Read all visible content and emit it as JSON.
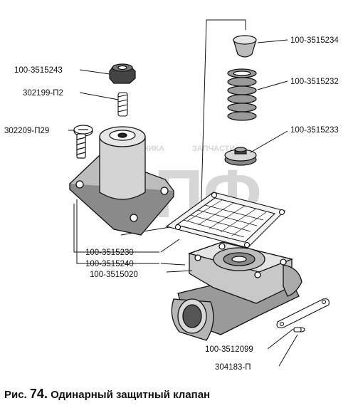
{
  "figure": {
    "prefix": "Рис.",
    "number": "74.",
    "title": "Одинарный защитный клапан"
  },
  "watermark": {
    "big": "ЭПФ",
    "left": "ТЕХНИКА",
    "right": "ЗАПЧАСТИ"
  },
  "parts": [
    {
      "id": "100-3515234"
    },
    {
      "id": "100-3515243"
    },
    {
      "id": "100-3515232"
    },
    {
      "id": "302199-П2"
    },
    {
      "id": "100-3515233"
    },
    {
      "id": "302209-П29"
    },
    {
      "id": "100-3515230"
    },
    {
      "id": "100-3515240"
    },
    {
      "id": "100-3515020"
    },
    {
      "id": "100-3512099"
    },
    {
      "id": "304183-П"
    }
  ]
}
